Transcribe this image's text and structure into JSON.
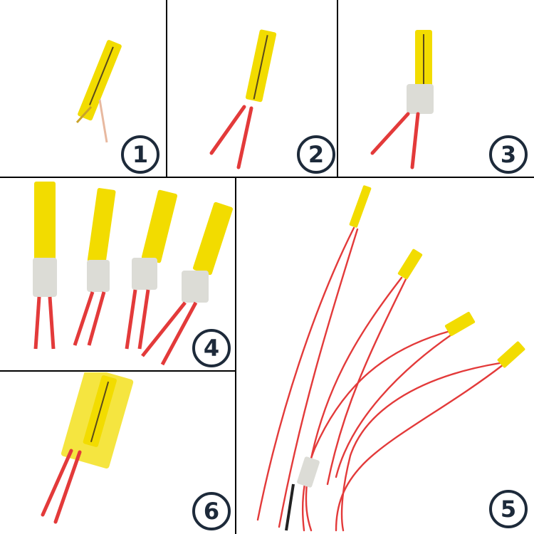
{
  "panels": [
    {
      "id": "1",
      "label": "1"
    },
    {
      "id": "2",
      "label": "2"
    },
    {
      "id": "3",
      "label": "3"
    },
    {
      "id": "4",
      "label": "4"
    },
    {
      "id": "5",
      "label": "5"
    },
    {
      "id": "6",
      "label": "6"
    }
  ],
  "colors": {
    "polyimide": "#f2dc00",
    "wire": "#e33a3a",
    "sleeve": "#dcdcd6",
    "black_lead": "#222222",
    "badge": "#1d2a3a",
    "border": "#000000"
  }
}
